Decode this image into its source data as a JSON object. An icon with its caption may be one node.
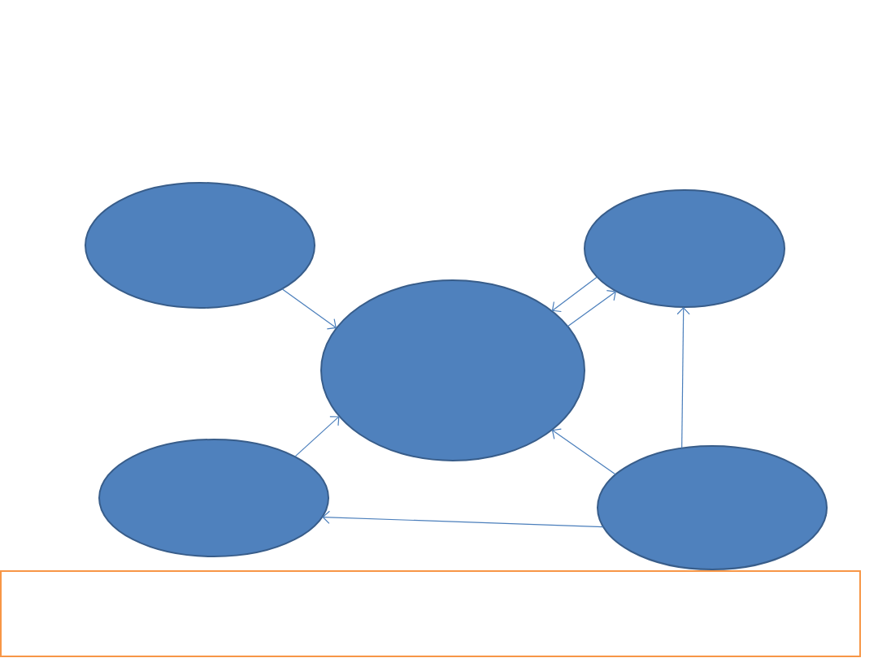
{
  "diagram": {
    "nodes": [
      {
        "text": [],
        "shape": "ellipse"
      },
      {
        "text": [],
        "shape": "ellipse"
      },
      {
        "text": [],
        "shape": "ellipse"
      },
      {
        "text": [],
        "shape": "ellipse"
      },
      {
        "text": [],
        "shape": "ellipse"
      },
      {
        "text": [],
        "shape": "box"
      }
    ],
    "edges": [
      {
        "from": 0,
        "to": 2,
        "arrow": "to"
      },
      {
        "from": 2,
        "to": 1,
        "arrow": "to"
      },
      {
        "from": 1,
        "to": 2,
        "arrow": "to"
      },
      {
        "from": 3,
        "to": 2,
        "arrow": "to"
      },
      {
        "from": 4,
        "to": 2,
        "arrow": "to"
      },
      {
        "from": 4,
        "to": 1,
        "arrow": "to"
      },
      {
        "from": 4,
        "to": 3,
        "arrow": "to"
      }
    ]
  }
}
